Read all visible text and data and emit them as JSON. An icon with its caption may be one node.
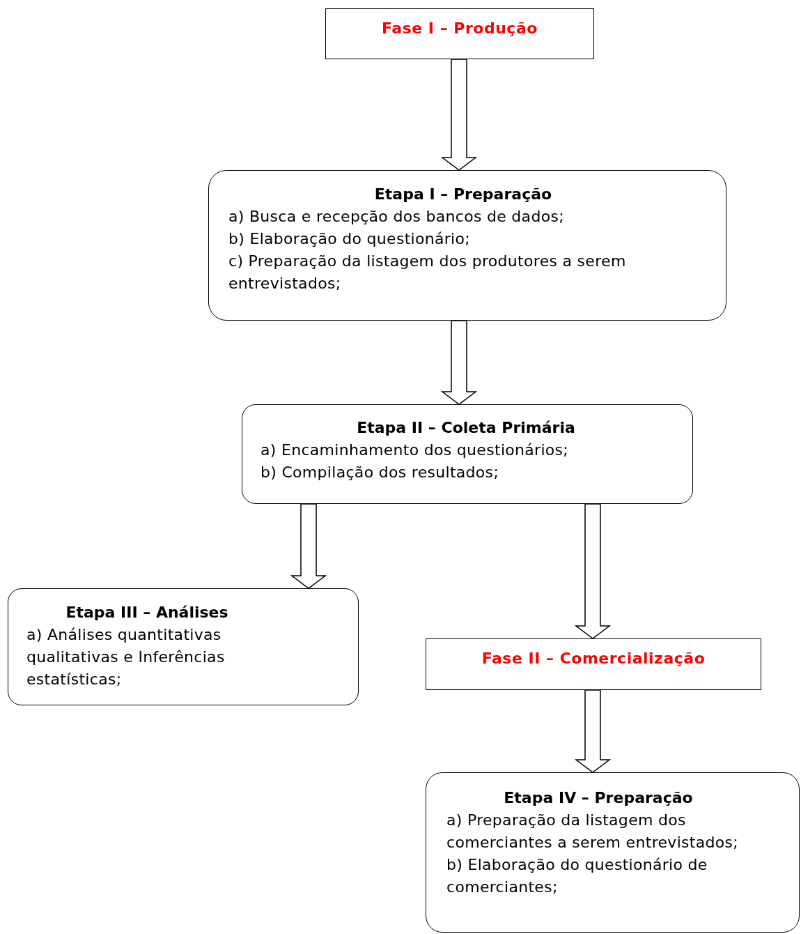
{
  "diagram": {
    "nodes": [
      {
        "text": [
          "Fase I – Produção"
        ]
      },
      {
        "text": [
          "Etapa I – Preparação",
          "a) Busca e recepção dos bancos de dados;",
          "b) Elaboração do questionário;",
          "c) Preparação da listagem dos produtores a serem entrevistados;"
        ]
      },
      {
        "text": [
          "Etapa II – Coleta Primária",
          "a) Encaminhamento dos questionários;",
          "b) Compilação dos resultados;"
        ]
      },
      {
        "text": [
          "Etapa III – Análises",
          "a) Análises quantitativas qualitativas e Inferências estatísticas;"
        ]
      },
      {
        "text": [
          "Fase II – Comercialização"
        ]
      },
      {
        "text": [
          "Etapa IV – Preparação",
          "a) Preparação da listagem dos comerciantes a serem entrevistados;",
          "b) Elaboração do questionário de comerciantes;"
        ]
      }
    ],
    "edges": [
      {
        "from": 0,
        "to": 1,
        "arrow": "to"
      },
      {
        "from": 1,
        "to": 2,
        "arrow": "to"
      },
      {
        "from": 2,
        "to": 3,
        "arrow": "to"
      },
      {
        "from": 2,
        "to": 4,
        "arrow": "to"
      },
      {
        "from": 4,
        "to": 5,
        "arrow": "to"
      }
    ]
  }
}
